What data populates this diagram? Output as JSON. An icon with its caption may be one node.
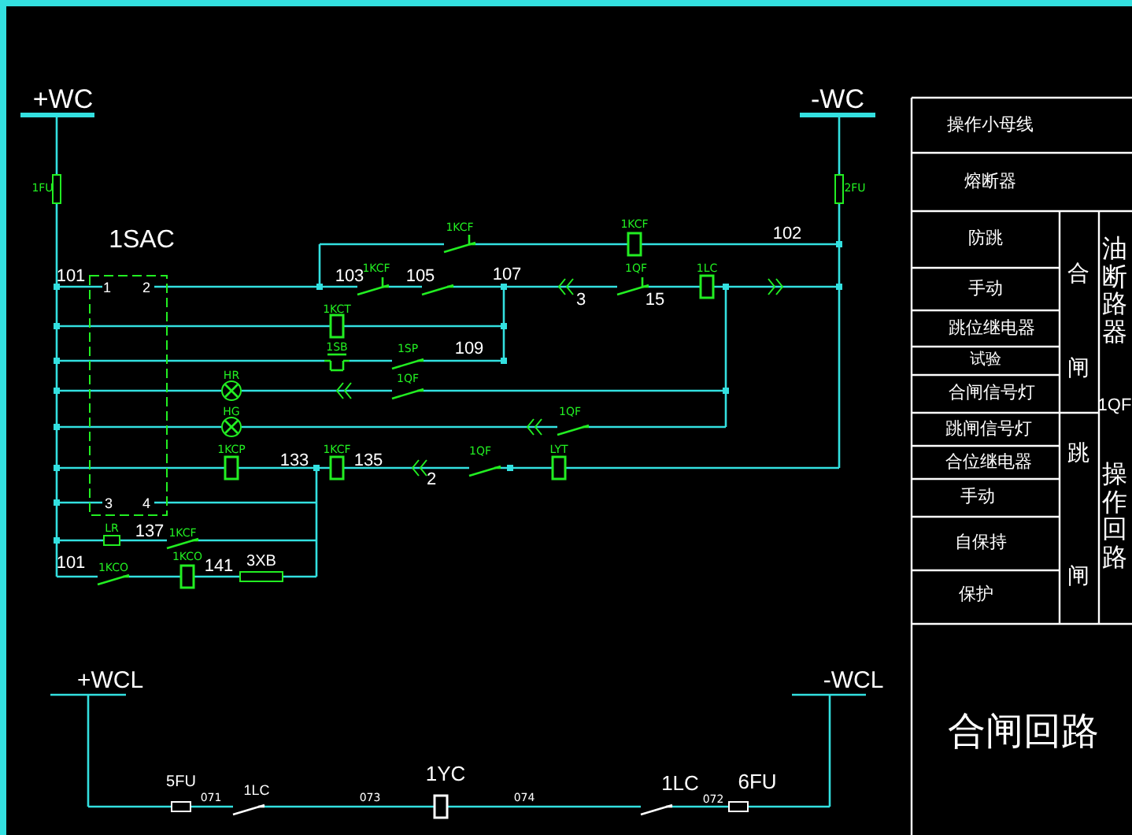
{
  "diagram": {
    "labels": [
      "+WC",
      "-WC",
      "1FU",
      "2FU",
      "1SAC",
      "1KCF",
      "1KCF",
      "102",
      "101",
      "1",
      "2",
      "103",
      "1KCF",
      "105",
      "107",
      "3",
      "1QF",
      "15",
      "1LC",
      "1KCT",
      "1SB",
      "1SP",
      "109",
      "HR",
      "1QF",
      "HG",
      "1QF",
      "1KCP",
      "133",
      "1KCF",
      "135",
      "1QF",
      "2",
      "LYT",
      "3",
      "4",
      "LR",
      "137",
      "1KCF",
      "101",
      "1KCO",
      "1KCO",
      "141",
      "3XB",
      "+WCL",
      "-WCL",
      "5FU",
      "071",
      "1LC",
      "073",
      "1YC",
      "074",
      "1LC",
      "072",
      "6FU",
      "操作小母线",
      "熔断器",
      "防跳",
      "手动",
      "跳位继电器",
      "试验",
      "合闸信号灯",
      "跳闸信号灯",
      "合位继电器",
      "手动",
      "自保持",
      "保护",
      "合",
      "闸",
      "跳",
      "闸",
      "油断路器",
      "1QF",
      "操作回路",
      "合闸回路"
    ]
  }
}
